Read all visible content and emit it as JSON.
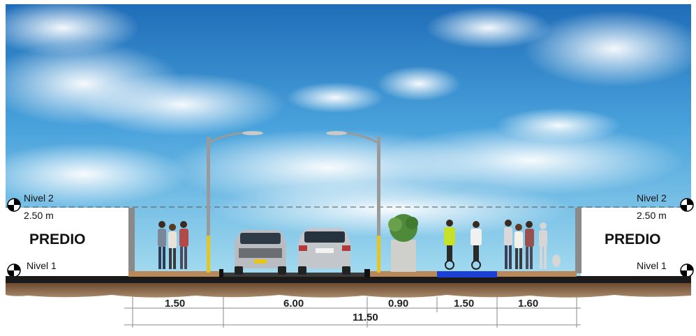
{
  "colors": {
    "sky_top": "#1f6db8",
    "sky_mid": "#4aa3dc",
    "sky_low": "#a7ddf0",
    "sidewalk": "#b8885a",
    "bike_lane": "#1c3fd6",
    "road": "#2b2b2b",
    "soil": "#8c6a4c",
    "pole": "#9a9a9a",
    "pole_base": "#e8c51c",
    "wall": "#8a8a8a"
  },
  "left_block": {
    "level_top": "Nivel 2",
    "height": "2.50 m",
    "name": "PREDIO",
    "level_bottom": "Nivel 1"
  },
  "right_block": {
    "level_top": "Nivel 2",
    "height": "2.50 m",
    "name": "PREDIO",
    "level_bottom": "Nivel 1"
  },
  "dimensions": [
    "1.50",
    "6.00",
    "0.90",
    "1.50",
    "1.60"
  ],
  "total_width": "11.50"
}
